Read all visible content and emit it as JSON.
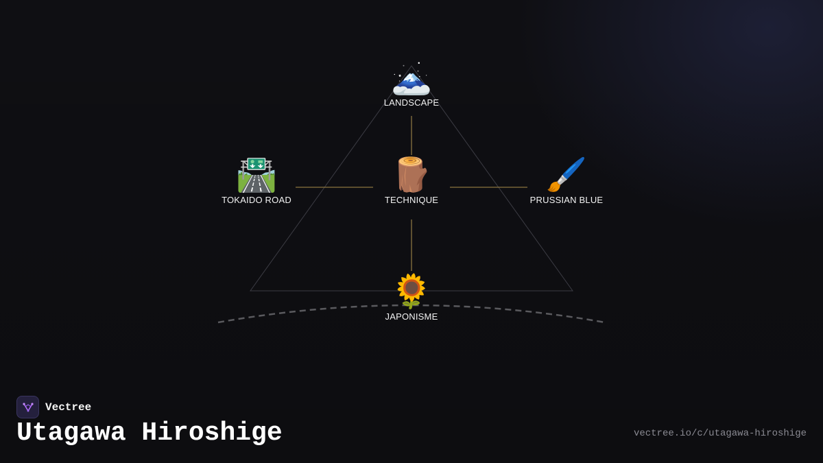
{
  "nodes": {
    "top": {
      "emoji": "🗻",
      "label": "LANDSCAPE"
    },
    "left": {
      "emoji": "🛣️",
      "label": "TOKAIDO ROAD"
    },
    "center": {
      "emoji": "🪵",
      "label": "TECHNIQUE"
    },
    "right": {
      "emoji": "🖌️",
      "label": "PRUSSIAN BLUE"
    },
    "bottom": {
      "emoji": "🌻",
      "label": "JAPONISME"
    }
  },
  "brand": {
    "name": "Vectree"
  },
  "title": "Utagawa Hiroshige",
  "url": "vectree.io/c/utagawa-hiroshige",
  "colors": {
    "background": "#0f0f13",
    "connector": "#8a7440",
    "triangle": "#3c3c44",
    "arc": "#5a5a5e",
    "logo_accent": "#b56cff"
  },
  "icons": {
    "brand_logo": "branching-tree-icon"
  }
}
